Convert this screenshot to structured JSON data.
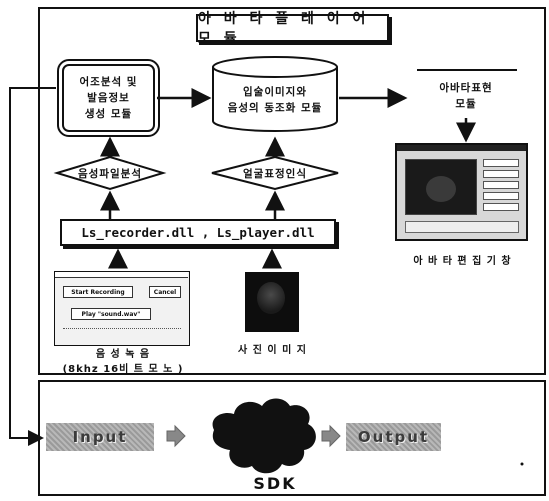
{
  "title": "아 바 타  플 레 이 어  모 듈",
  "nodes": {
    "analysis_module": "어조분석 및\n발음정보\n생성 모듈",
    "database": "입술이미지와\n음성의 동조화 모듈",
    "avatar_display": "아바타표현\n모듈",
    "voice_file_analysis": "음성파일분석",
    "face_recognition": "얼굴표정인식",
    "dll": "Ls_recorder.dll , Ls_player.dll",
    "voice_recording_caption": "음 성 녹 음\n(8khz 16비 트 모 노 )",
    "photo_caption": "사 진 이 미 지",
    "editor_caption": "아 바 타  편 집 기 창"
  },
  "recorder_window": {
    "start_button": "Start Recording",
    "cancel_button": "Cancel",
    "play_button": "Play \"sound.wav\""
  },
  "sdk": {
    "input": "Input",
    "output": "Output",
    "label": "SDK"
  }
}
